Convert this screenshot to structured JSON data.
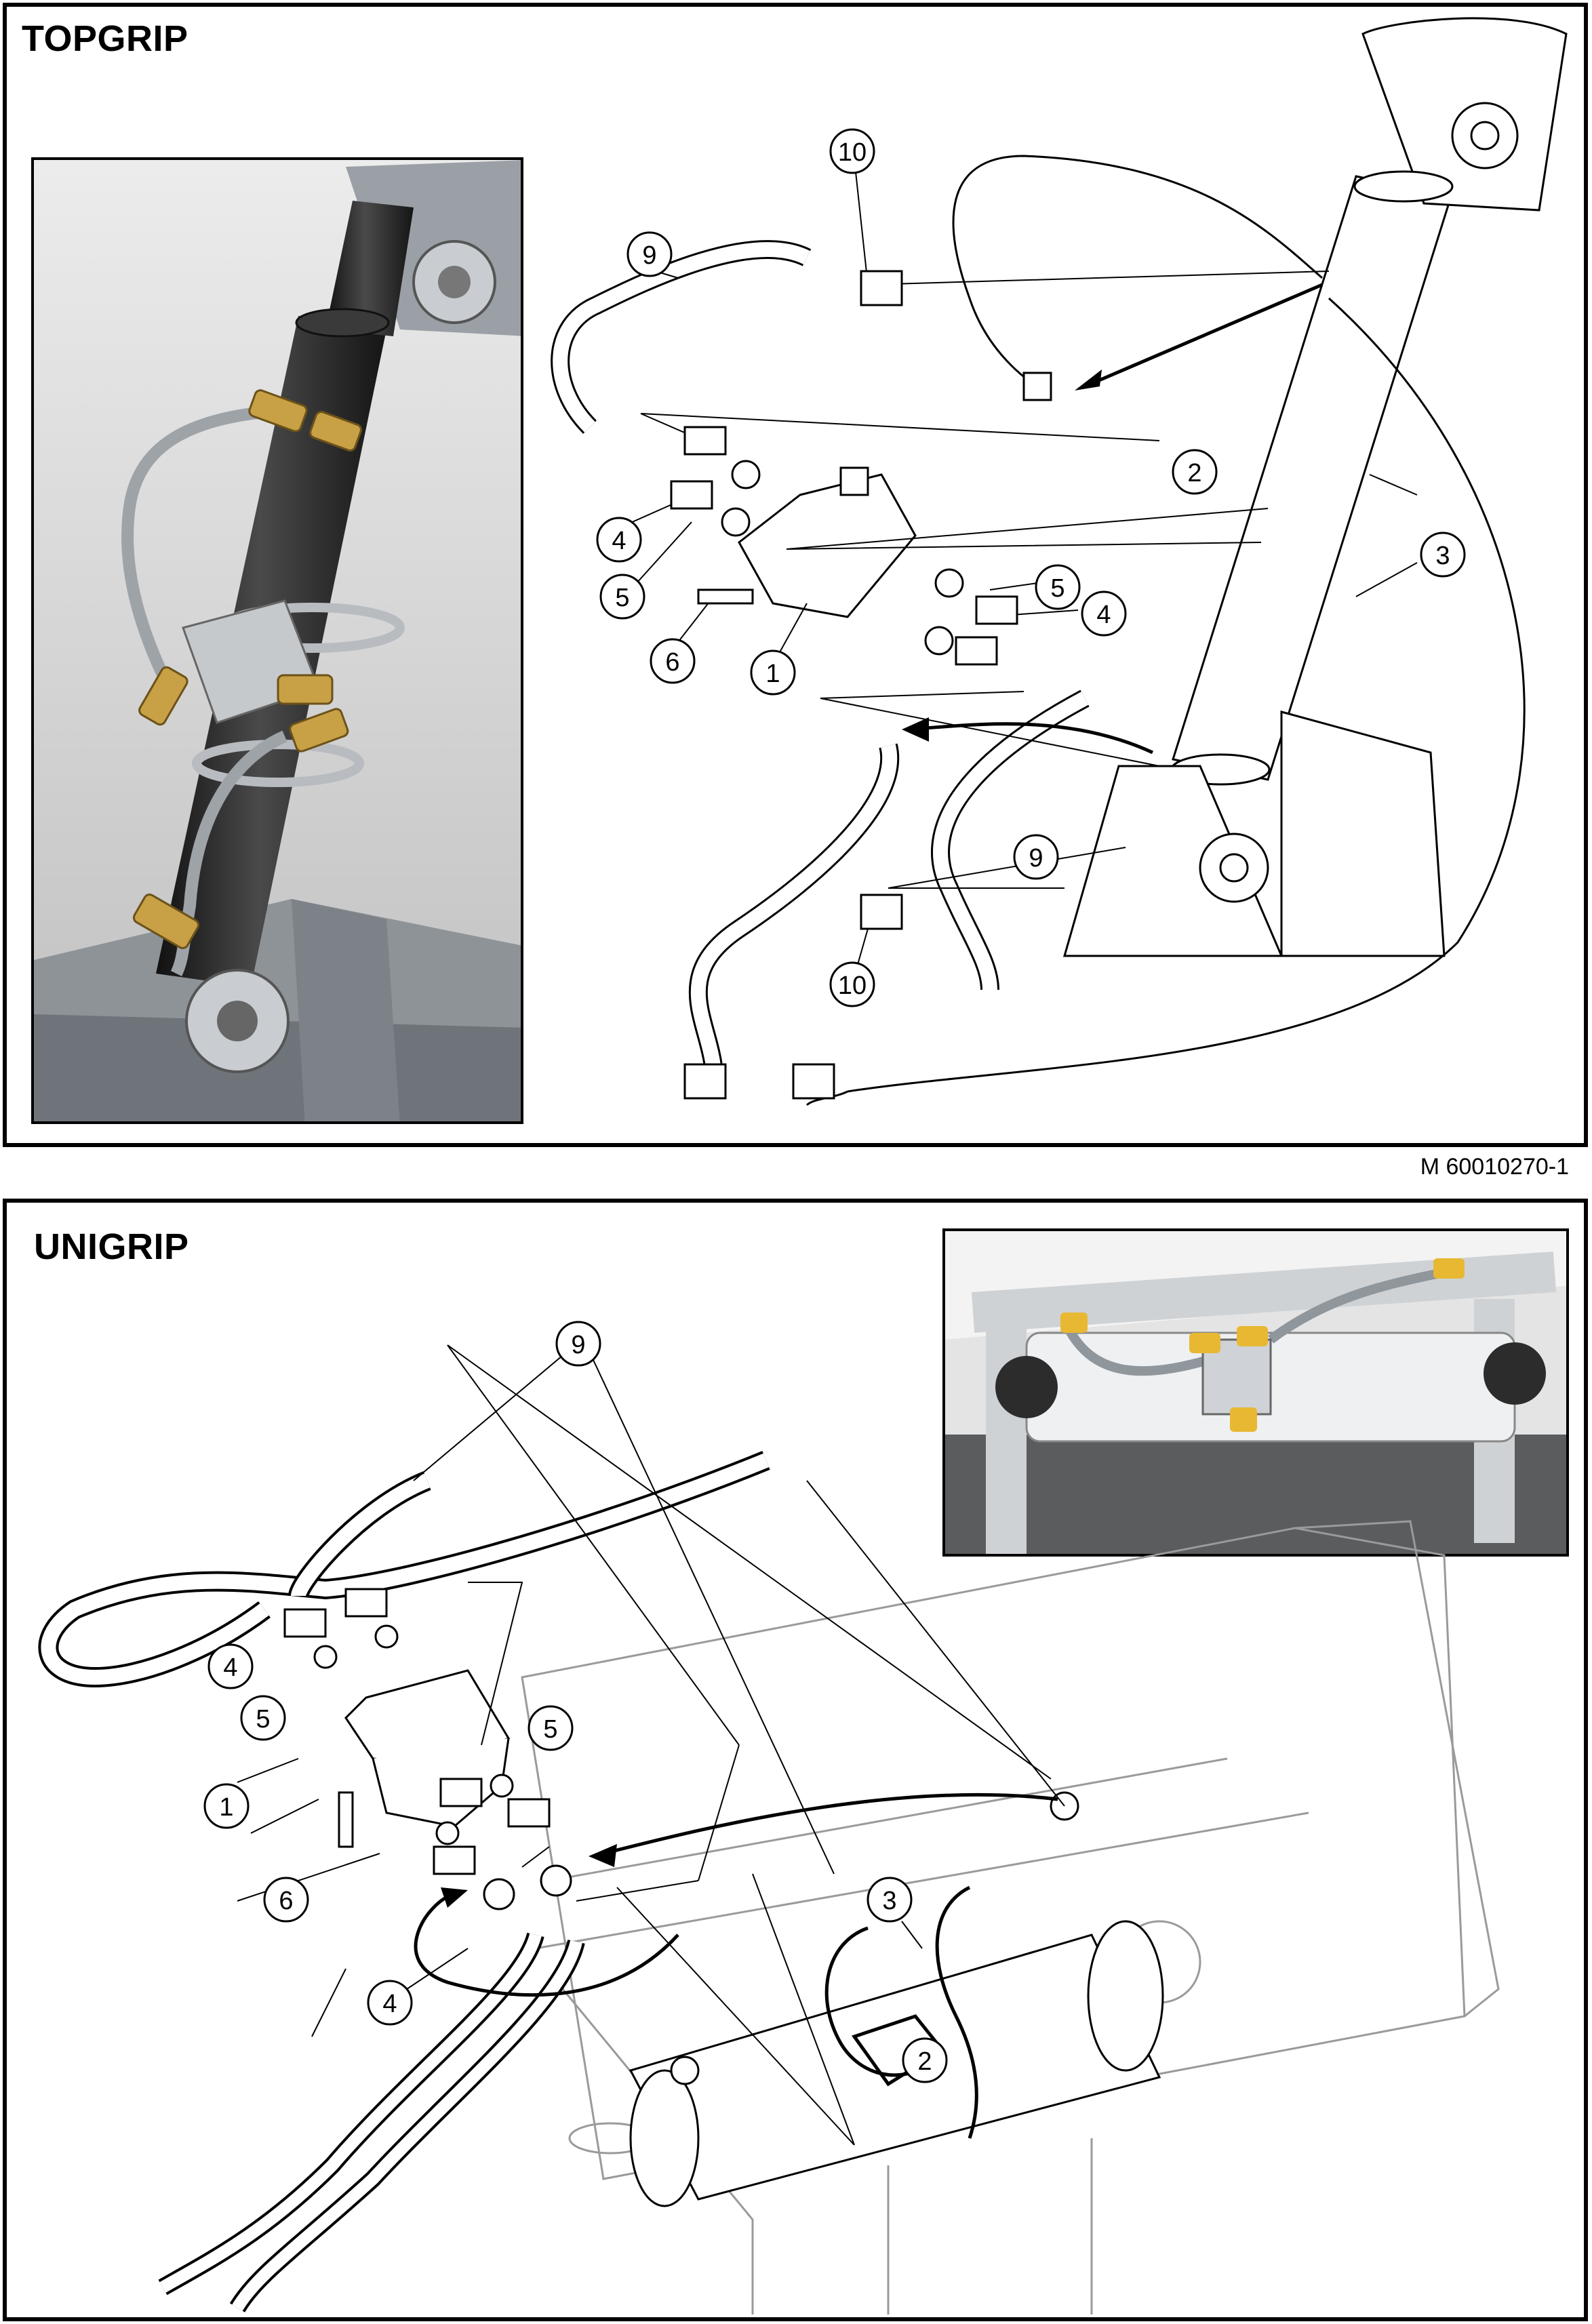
{
  "topgrip": {
    "title": "TOPGRIP",
    "callouts": [
      "1",
      "2",
      "3",
      "4",
      "5",
      "6",
      "9",
      "10"
    ]
  },
  "figure_ref": "M 60010270-1",
  "unigrip": {
    "title": "UNIGRIP",
    "callouts": [
      "1",
      "2",
      "3",
      "4",
      "5",
      "6",
      "9"
    ]
  },
  "colors": {
    "line": "#000000",
    "cylinder": "#2b2b2b",
    "brass": "#c8a046",
    "steel": "#b9bec4",
    "fitting_yellow": "#e8b832"
  }
}
